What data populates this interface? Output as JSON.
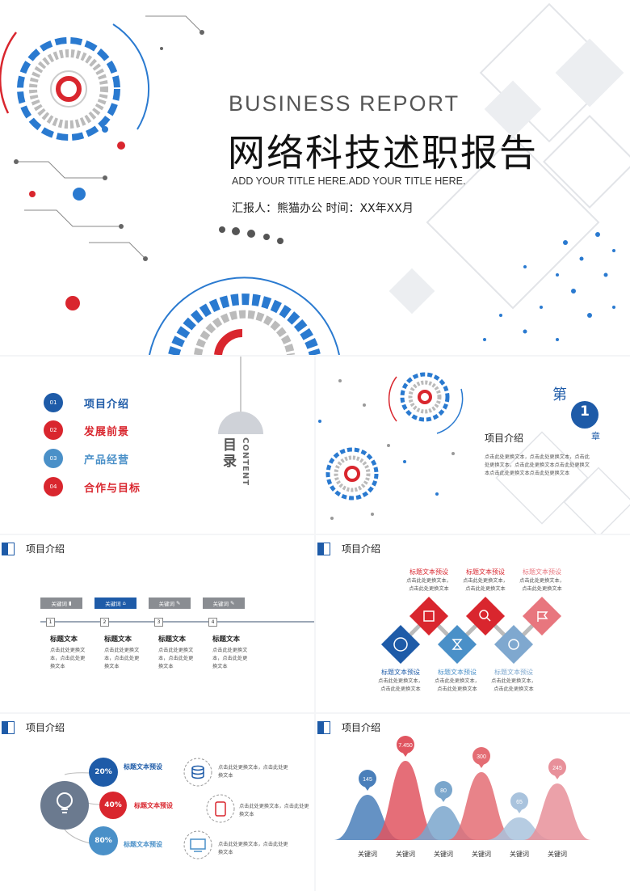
{
  "cover": {
    "en_title": "BUSINESS REPORT",
    "cn_title": "网络科技述职报告",
    "subtitle": "ADD YOUR TITLE HERE.ADD YOUR TITLE HERE.",
    "reporter": "汇报人：熊猫办公   时间：XX年XX月"
  },
  "toc": {
    "title_cn": "目录",
    "title_en": "CONTENT",
    "items": [
      {
        "num": "01",
        "label": "项目介绍",
        "color": "#1e5ba8"
      },
      {
        "num": "02",
        "label": "发展前景",
        "color": "#d9262e"
      },
      {
        "num": "03",
        "label": "产品经营",
        "color": "#4a90c8"
      },
      {
        "num": "04",
        "label": "合作与目标",
        "color": "#d9262e"
      }
    ]
  },
  "chapter": {
    "di": "第",
    "num": "1",
    "zhang": "章",
    "title": "项目介绍",
    "body": "点击此处更换文本，点击此处更换文本，点击此处更换文本，点击此处更换文本点击此处更换文本点击此处更换文本点击此处更换文本"
  },
  "section_title": "项目介绍",
  "timeline": {
    "tabs": [
      {
        "label": "关键词",
        "num": "1",
        "active": false
      },
      {
        "label": "关键词",
        "num": "2",
        "active": true
      },
      {
        "label": "关键词",
        "num": "3",
        "active": false
      },
      {
        "label": "关键词",
        "num": "4",
        "active": false
      }
    ],
    "item_title": "标题文本",
    "item_body": "点击此处更换文本，点击此处更换文本"
  },
  "diamonds": {
    "top_labels": [
      "标题文本预设",
      "标题文本预设",
      "标题文本预设"
    ],
    "bottom_labels": [
      "标题文本预设",
      "标题文本预设",
      "标题文本预设"
    ],
    "desc": "点击此处更换文本，点击此处更换文本"
  },
  "percent": {
    "items": [
      {
        "pct": "20%",
        "title": "标题文本预设",
        "desc": "点击此处更换文本，点击此处更换文本",
        "color": "#1e5ba8"
      },
      {
        "pct": "40%",
        "title": "标题文本预设",
        "desc": "点击此处更换文本，点击此处更换文本",
        "color": "#d9262e"
      },
      {
        "pct": "80%",
        "title": "标题文本预设",
        "desc": "点击此处更换文本，点击此处更换文本",
        "color": "#4a90c8"
      }
    ]
  },
  "chart_data": {
    "type": "area",
    "categories": [
      "关键词",
      "关键词",
      "关键词",
      "关键词",
      "关键词",
      "关键词"
    ],
    "values": [
      145,
      7450,
      80,
      300,
      65,
      245
    ],
    "value_labels": [
      "145",
      "7.450",
      "80",
      "300",
      "65",
      "245"
    ],
    "colors": [
      "#4a7fba",
      "#e05560",
      "#7aa6cc",
      "#e46d74",
      "#a9c3dd",
      "#e8909a"
    ]
  }
}
